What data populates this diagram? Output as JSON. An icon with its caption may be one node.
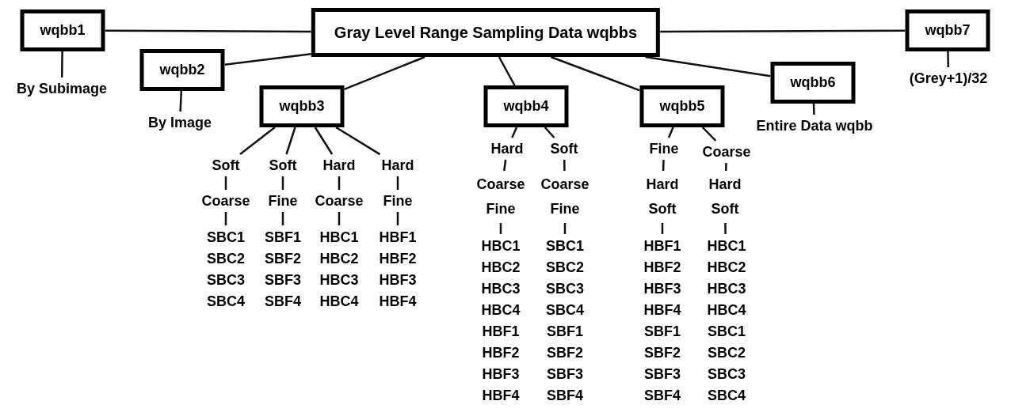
{
  "diagram": {
    "nodes": [
      {
        "text": [
          "Gray Level Range Sampling Data wqbbs"
        ]
      },
      {
        "text": [
          "wqbb1"
        ]
      },
      {
        "text": [
          "wqbb2"
        ]
      },
      {
        "text": [
          "wqbb3"
        ]
      },
      {
        "text": [
          "wqbb4"
        ]
      },
      {
        "text": [
          "wqbb5"
        ]
      },
      {
        "text": [
          "wqbb6"
        ]
      },
      {
        "text": [
          "wqbb7"
        ]
      },
      {
        "text": [
          "By Subimage"
        ]
      },
      {
        "text": [
          "By Image"
        ]
      },
      {
        "text": [
          "Entire Data wqbb"
        ]
      },
      {
        "text": [
          "(Grey+1)/32"
        ]
      },
      {
        "text": [
          "Soft"
        ]
      },
      {
        "text": [
          "Soft"
        ]
      },
      {
        "text": [
          "Hard"
        ]
      },
      {
        "text": [
          "Hard"
        ]
      },
      {
        "text": [
          "Coarse"
        ]
      },
      {
        "text": [
          "Fine"
        ]
      },
      {
        "text": [
          "Coarse"
        ]
      },
      {
        "text": [
          "Fine"
        ]
      },
      {
        "text": [
          "SBC1",
          "SBC2",
          "SBC3",
          "SBC4"
        ]
      },
      {
        "text": [
          "SBF1",
          "SBF2",
          "SBF3",
          "SBF4"
        ]
      },
      {
        "text": [
          "HBC1",
          "HBC2",
          "HBC3",
          "HBC4"
        ]
      },
      {
        "text": [
          "HBF1",
          "HBF2",
          "HBF3",
          "HBF4"
        ]
      },
      {
        "text": [
          "Hard"
        ]
      },
      {
        "text": [
          "Soft"
        ]
      },
      {
        "text": [
          "Coarse",
          "Fine"
        ]
      },
      {
        "text": [
          "Coarse",
          "Fine"
        ]
      },
      {
        "text": [
          "HBC1",
          "HBC2",
          "HBC3",
          "HBC4",
          "HBF1",
          "HBF2",
          "HBF3",
          "HBF4"
        ]
      },
      {
        "text": [
          "SBC1",
          "SBC2",
          "SBC3",
          "SBC4",
          "SBF1",
          "SBF2",
          "SBF3",
          "SBF4"
        ]
      },
      {
        "text": [
          "Fine"
        ]
      },
      {
        "text": [
          "Coarse"
        ]
      },
      {
        "text": [
          "Hard",
          "Soft"
        ]
      },
      {
        "text": [
          "Hard",
          "Soft"
        ]
      },
      {
        "text": [
          "HBF1",
          "HBF2",
          "HBF3",
          "HBF4",
          "SBF1",
          "SBF2",
          "SBF3",
          "SBF4"
        ]
      },
      {
        "text": [
          "HBC1",
          "HBC2",
          "HBC3",
          "HBC4",
          "SBC1",
          "SBC2",
          "SBC3",
          "SBC4"
        ]
      }
    ],
    "edges": [
      {
        "from": 0,
        "to": 1,
        "arrow": "none"
      },
      {
        "from": 0,
        "to": 2,
        "arrow": "none"
      },
      {
        "from": 0,
        "to": 3,
        "arrow": "none"
      },
      {
        "from": 0,
        "to": 4,
        "arrow": "none"
      },
      {
        "from": 0,
        "to": 5,
        "arrow": "none"
      },
      {
        "from": 0,
        "to": 6,
        "arrow": "none"
      },
      {
        "from": 0,
        "to": 7,
        "arrow": "none"
      },
      {
        "from": 1,
        "to": 8,
        "arrow": "none"
      },
      {
        "from": 2,
        "to": 9,
        "arrow": "none"
      },
      {
        "from": 6,
        "to": 10,
        "arrow": "none"
      },
      {
        "from": 7,
        "to": 11,
        "arrow": "none"
      },
      {
        "from": 3,
        "to": 12,
        "arrow": "none"
      },
      {
        "from": 3,
        "to": 13,
        "arrow": "none"
      },
      {
        "from": 3,
        "to": 14,
        "arrow": "none"
      },
      {
        "from": 3,
        "to": 15,
        "arrow": "none"
      },
      {
        "from": 12,
        "to": 16,
        "arrow": "none"
      },
      {
        "from": 13,
        "to": 17,
        "arrow": "none"
      },
      {
        "from": 14,
        "to": 18,
        "arrow": "none"
      },
      {
        "from": 15,
        "to": 19,
        "arrow": "none"
      },
      {
        "from": 16,
        "to": 20,
        "arrow": "none"
      },
      {
        "from": 17,
        "to": 21,
        "arrow": "none"
      },
      {
        "from": 18,
        "to": 22,
        "arrow": "none"
      },
      {
        "from": 19,
        "to": 23,
        "arrow": "none"
      },
      {
        "from": 4,
        "to": 24,
        "arrow": "none"
      },
      {
        "from": 4,
        "to": 25,
        "arrow": "none"
      },
      {
        "from": 24,
        "to": 26,
        "arrow": "none"
      },
      {
        "from": 25,
        "to": 27,
        "arrow": "none"
      },
      {
        "from": 26,
        "to": 28,
        "arrow": "none"
      },
      {
        "from": 27,
        "to": 29,
        "arrow": "none"
      },
      {
        "from": 5,
        "to": 30,
        "arrow": "none"
      },
      {
        "from": 5,
        "to": 31,
        "arrow": "none"
      },
      {
        "from": 30,
        "to": 32,
        "arrow": "none"
      },
      {
        "from": 31,
        "to": 33,
        "arrow": "none"
      },
      {
        "from": 32,
        "to": 34,
        "arrow": "none"
      },
      {
        "from": 33,
        "to": 35,
        "arrow": "none"
      }
    ]
  }
}
